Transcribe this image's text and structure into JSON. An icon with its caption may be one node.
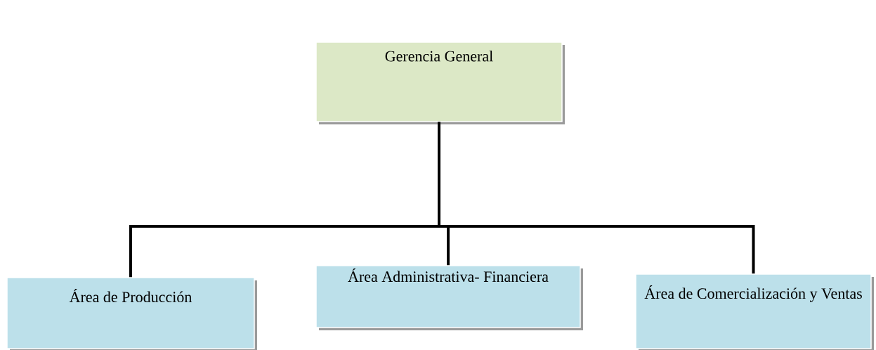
{
  "diagram": {
    "nodes": [
      {
        "text": [
          "Gerencia General"
        ]
      },
      {
        "text": [
          "Área de Producción"
        ]
      },
      {
        "text": [
          "Área Administrativa- Financiera"
        ]
      },
      {
        "text": [
          "Área de Comercialización y Ventas"
        ]
      }
    ],
    "edges": [
      {
        "from": 0,
        "to": 1,
        "arrow": "none"
      },
      {
        "from": 0,
        "to": 2,
        "arrow": "none"
      },
      {
        "from": 0,
        "to": 3,
        "arrow": "none"
      }
    ]
  }
}
